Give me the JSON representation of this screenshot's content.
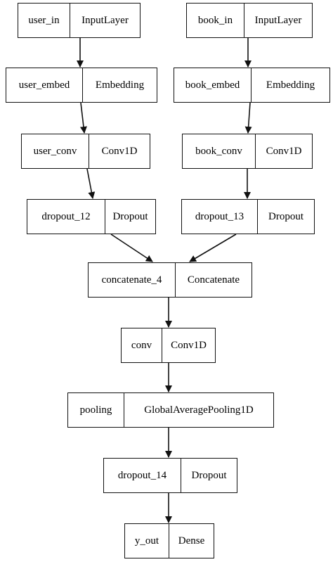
{
  "nodes": [
    {
      "id": "user_in",
      "name": "user_in",
      "type": "InputLayer"
    },
    {
      "id": "book_in",
      "name": "book_in",
      "type": "InputLayer"
    },
    {
      "id": "user_embed",
      "name": "user_embed",
      "type": "Embedding"
    },
    {
      "id": "book_embed",
      "name": "book_embed",
      "type": "Embedding"
    },
    {
      "id": "user_conv",
      "name": "user_conv",
      "type": "Conv1D"
    },
    {
      "id": "book_conv",
      "name": "book_conv",
      "type": "Conv1D"
    },
    {
      "id": "dropout_12",
      "name": "dropout_12",
      "type": "Dropout"
    },
    {
      "id": "dropout_13",
      "name": "dropout_13",
      "type": "Dropout"
    },
    {
      "id": "concatenate_4",
      "name": "concatenate_4",
      "type": "Concatenate"
    },
    {
      "id": "conv",
      "name": "conv",
      "type": "Conv1D"
    },
    {
      "id": "pooling",
      "name": "pooling",
      "type": "GlobalAveragePooling1D"
    },
    {
      "id": "dropout_14",
      "name": "dropout_14",
      "type": "Dropout"
    },
    {
      "id": "y_out",
      "name": "y_out",
      "type": "Dense"
    }
  ],
  "edges": [
    [
      "user_in",
      "user_embed"
    ],
    [
      "book_in",
      "book_embed"
    ],
    [
      "user_embed",
      "user_conv"
    ],
    [
      "book_embed",
      "book_conv"
    ],
    [
      "user_conv",
      "dropout_12"
    ],
    [
      "book_conv",
      "dropout_13"
    ],
    [
      "dropout_12",
      "concatenate_4"
    ],
    [
      "dropout_13",
      "concatenate_4"
    ],
    [
      "concatenate_4",
      "conv"
    ],
    [
      "conv",
      "pooling"
    ],
    [
      "pooling",
      "dropout_14"
    ],
    [
      "dropout_14",
      "y_out"
    ]
  ]
}
